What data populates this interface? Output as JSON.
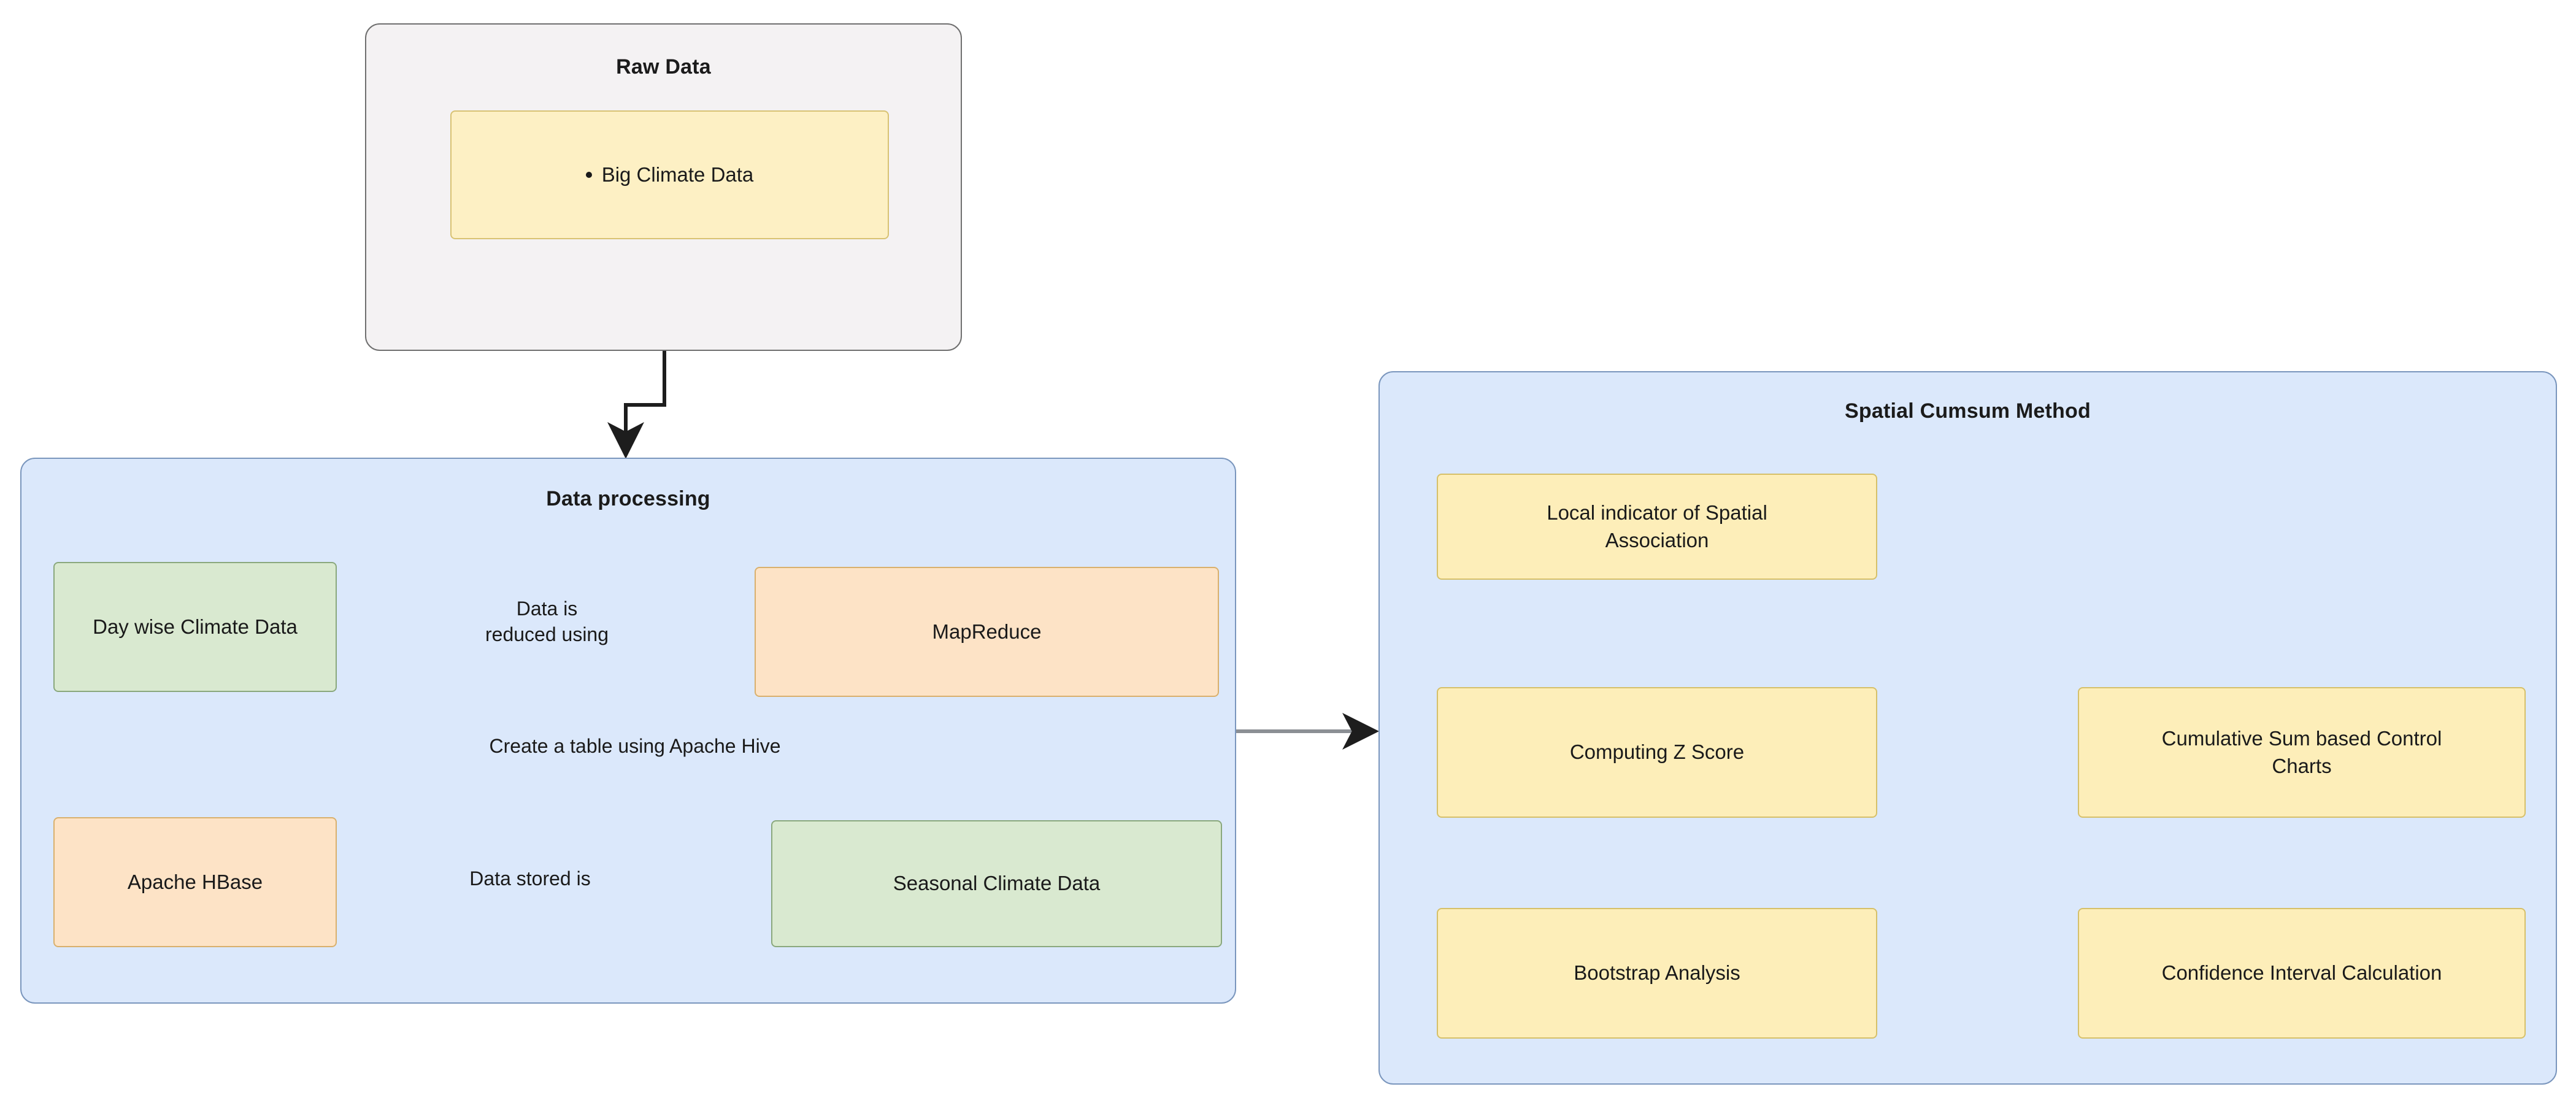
{
  "diagram": {
    "title_raw": "Raw Data",
    "title_processing": "Data processing",
    "title_spatial": "Spatial Cumsum Method",
    "colors": {
      "raw_container_fill": "#f4f2f3",
      "raw_container_stroke": "#6f6f6f",
      "blue_container_fill": "#dbe8fb",
      "blue_container_stroke": "#7a96bd",
      "yellow_fill": "#fdf0c4",
      "yellow_stroke": "#d8c273",
      "green_fill": "#d9e9d0",
      "green_stroke": "#8aa87d",
      "orange_fill": "#fde3c6",
      "orange_stroke": "#d9b06d",
      "edge_dark": "#26323f",
      "edge_gray": "#9aa0a6"
    }
  },
  "raw_data": {
    "items": [
      {
        "label": "Big Climate Data"
      }
    ]
  },
  "processing": {
    "nodes": [
      {
        "id": "day-wise-climate-data",
        "label": "Day wise Climate Data"
      },
      {
        "id": "mapreduce",
        "label": "MapReduce"
      },
      {
        "id": "apache-hbase",
        "label": "Apache HBase"
      },
      {
        "id": "seasonal-climate-data",
        "label": "Seasonal Climate Data"
      }
    ],
    "edges": [
      {
        "id": "data-is-reduced-using",
        "label": "Data is\nreduced using"
      },
      {
        "id": "create-table-apache-hive",
        "label": "Create a table using Apache Hive"
      },
      {
        "id": "data-stored-is",
        "label": "Data stored is"
      }
    ]
  },
  "spatial": {
    "nodes": [
      {
        "id": "local-indicator-spatial-association",
        "label": "Local indicator of Spatial\nAssociation"
      },
      {
        "id": "computing-z-score",
        "label": "Computing Z Score"
      },
      {
        "id": "cumulative-sum-control-charts",
        "label": "Cumulative Sum based Control\nCharts"
      },
      {
        "id": "bootstrap-analysis",
        "label": "Bootstrap Analysis"
      },
      {
        "id": "confidence-interval-calculation",
        "label": "Confidence Interval Calculation"
      }
    ]
  }
}
